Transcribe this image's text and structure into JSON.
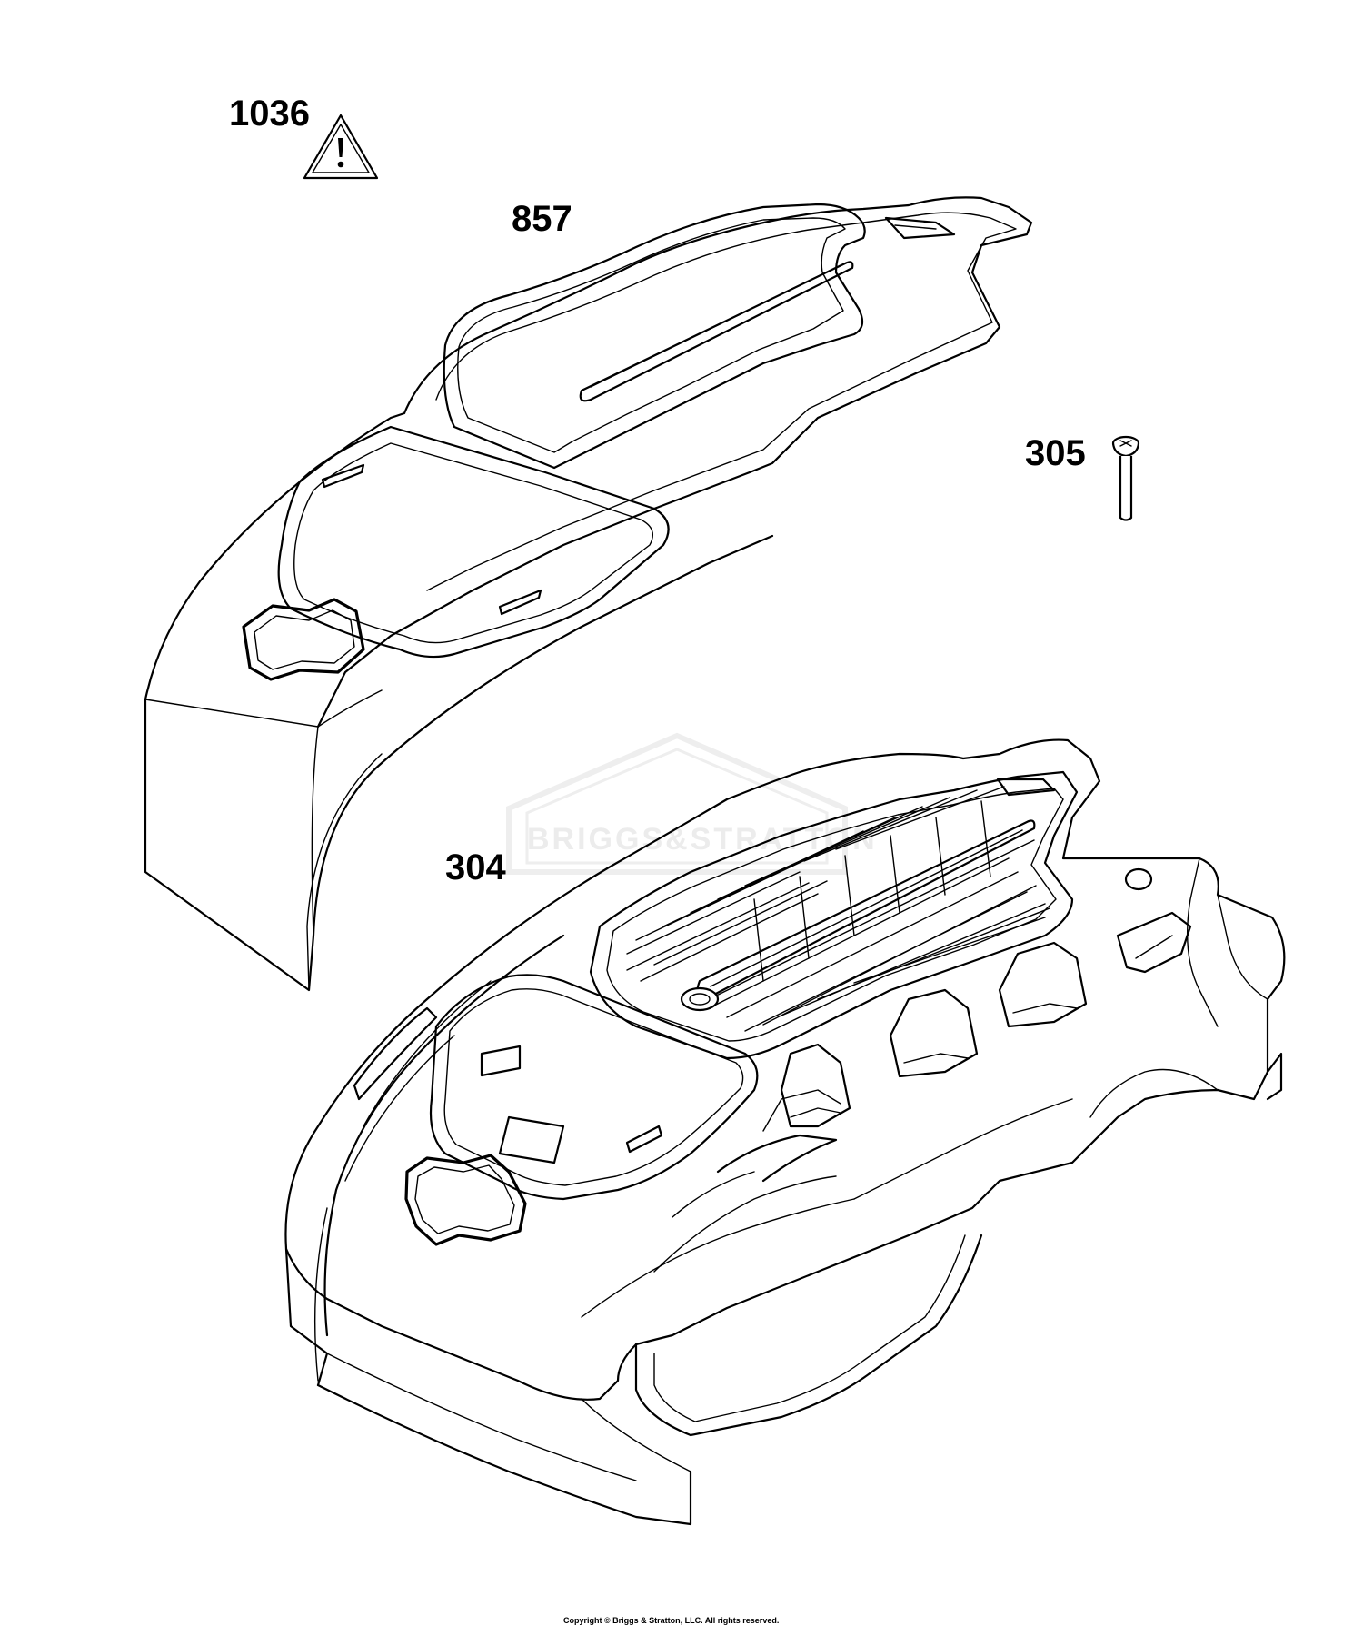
{
  "parts": [
    {
      "number": "1036"
    },
    {
      "number": "857"
    },
    {
      "number": "305"
    },
    {
      "number": "304"
    }
  ],
  "watermark": "BRIGGS&STRATTON",
  "copyright": "Copyright © Briggs & Stratton, LLC. All rights reserved.",
  "icons": {
    "warning": "warning-triangle-icon"
  }
}
